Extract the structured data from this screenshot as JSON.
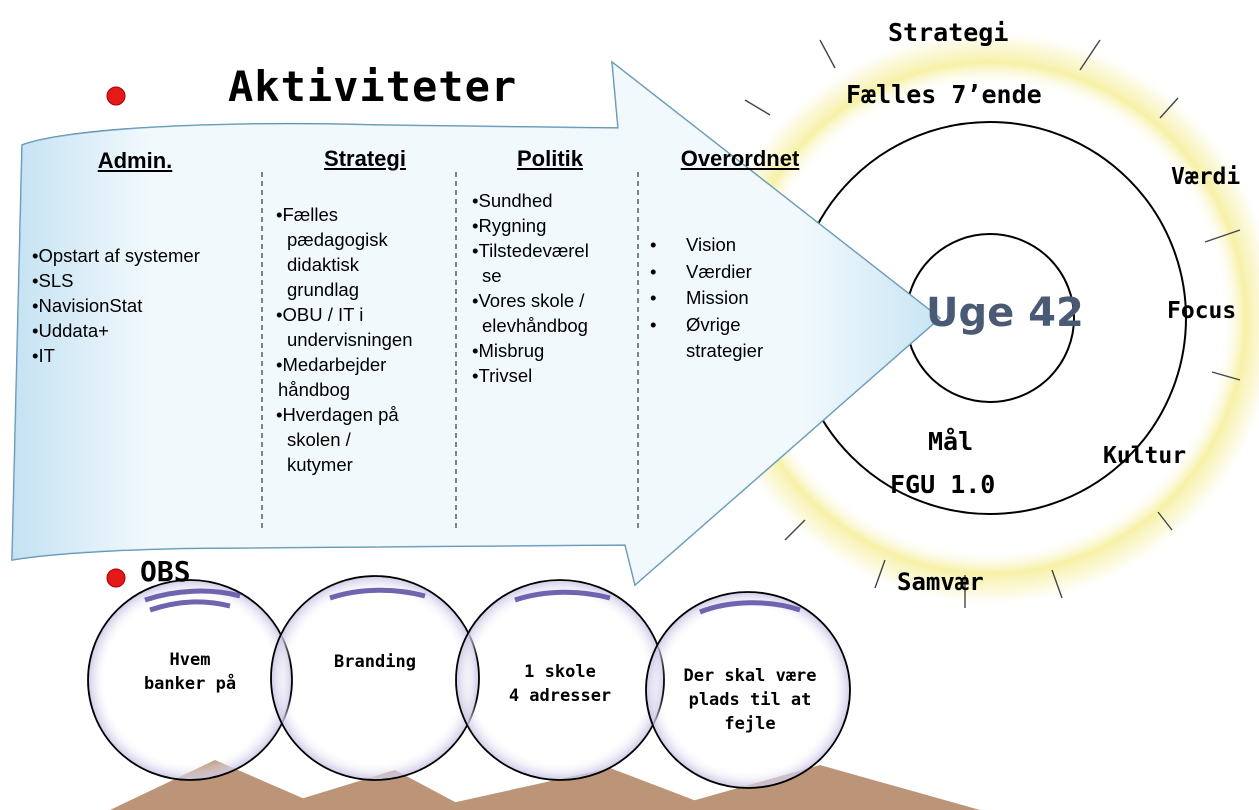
{
  "title": "Aktiviteter",
  "columns": [
    {
      "heading": "Admin.",
      "items": [
        "•Opstart af systemer",
        "•SLS",
        "•NavisionStat",
        "•Uddata+",
        "•IT"
      ]
    },
    {
      "heading": "Strategi",
      "items": [
        "•Fælles",
        "pædagogisk",
        "didaktisk",
        "grundlag",
        "•OBU / IT i",
        "undervisningen",
        "•Medarbejder",
        "håndbog",
        "•Hverdagen på",
        "skolen /",
        "kutymer"
      ]
    },
    {
      "heading": "Politik",
      "items": [
        "•Sundhed",
        "•Rygning",
        "•Tilstedeværel",
        "se",
        "•Vores skole /",
        "elevhåndbog",
        "•Misbrug",
        "•Trivsel"
      ]
    },
    {
      "heading": "Overordnet",
      "items": [
        {
          "bullet": "•",
          "text": "Vision"
        },
        {
          "bullet": "•",
          "text": "Værdier"
        },
        {
          "bullet": "•",
          "text": "Mission"
        },
        {
          "bullet": "•",
          "text": "Øvrige"
        },
        {
          "bullet": "",
          "text": "strategier"
        }
      ]
    }
  ],
  "circle": {
    "center": "Uge 42",
    "ring_top": "Fælles 7’ende",
    "ring_bottom_1": "Mål",
    "ring_bottom_2": "FGU 1.0",
    "outer": {
      "top": "Strategi",
      "right_1": "Værdi",
      "right_2": "Focus",
      "right_3": "Kultur",
      "bottom": "Samvær"
    }
  },
  "obs": {
    "label": "OBS",
    "bubbles": [
      {
        "line1": "Hvem",
        "line2": "banker på",
        "line3": ""
      },
      {
        "line1": "Branding",
        "line2": "",
        "line3": ""
      },
      {
        "line1": "1 skole",
        "line2": "4 adresser",
        "line3": ""
      },
      {
        "line1": "Der skal være",
        "line2": "plads til at",
        "line3": "fejle"
      }
    ]
  },
  "colors": {
    "arrow_fill": "#cfe7f5",
    "glow": "#f4ec9e",
    "bullet_red": "#e41a1a",
    "center_text": "#4a5a75",
    "mountain": "#b58a6a"
  }
}
